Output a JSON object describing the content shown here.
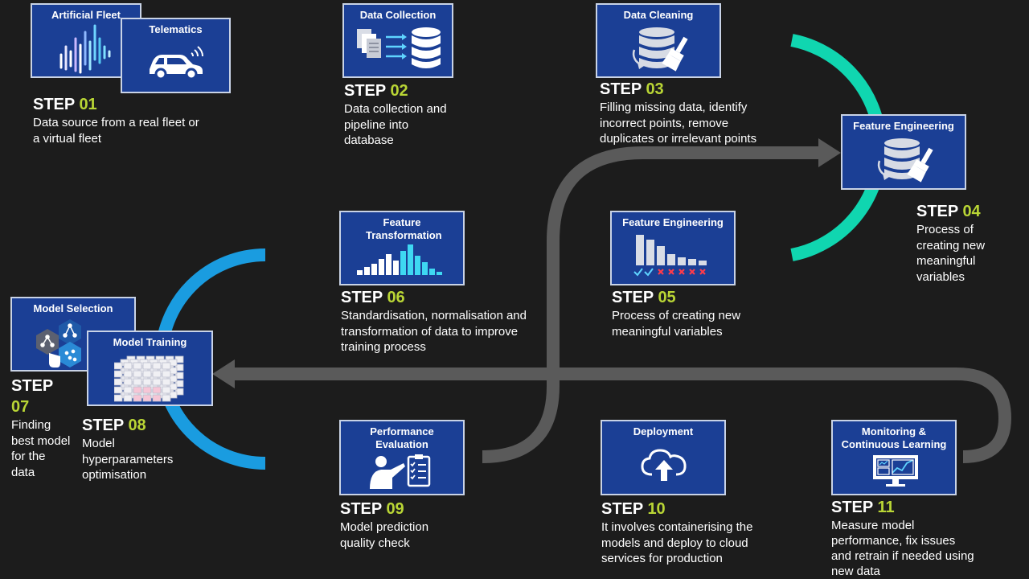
{
  "colors": {
    "background": "#1c1c1c",
    "card_fill": "#1b3f95",
    "card_border": "#c9d3e6",
    "step_number": "#b9d535",
    "gray_arrow": "#5a5a5a",
    "track_top": [
      "#b5cf2a",
      "#66cc22",
      "#16c97f",
      "#10d6b0"
    ],
    "track_middle": [
      "#10d6b0",
      "#20c8c8",
      "#18b4e0",
      "#1a9ce0"
    ],
    "track_bottom": [
      "#1f86d6",
      "#1866d2",
      "#1640cc",
      "#6a10d8"
    ]
  },
  "steps": [
    {
      "word": "STEP",
      "num": "01",
      "desc": [
        "Data source from a real fleet or",
        "a virtual fleet"
      ]
    },
    {
      "word": "STEP",
      "num": "02",
      "desc": [
        "Data collection and",
        "pipeline into",
        "database"
      ]
    },
    {
      "word": "STEP",
      "num": "03",
      "desc": [
        "Filling missing data, identify",
        "incorrect points, remove",
        "duplicates or irrelevant points"
      ]
    },
    {
      "word": "STEP",
      "num": "04",
      "desc": [
        "Process of",
        "creating new",
        "meaningful",
        "variables"
      ]
    },
    {
      "word": "STEP",
      "num": "05",
      "desc": [
        "Process of creating new",
        "meaningful variables"
      ]
    },
    {
      "word": "STEP",
      "num": "06",
      "desc": [
        "Standardisation, normalisation and",
        "transformation of data to improve",
        "training process"
      ]
    },
    {
      "word": "STEP",
      "num": "07",
      "desc": [
        "Finding",
        "best model",
        "for the",
        "data"
      ]
    },
    {
      "word": "STEP",
      "num": "08",
      "desc": [
        "Model",
        "hyperparameters",
        "optimisation"
      ]
    },
    {
      "word": "STEP",
      "num": "09",
      "desc": [
        "Model prediction",
        "quality check"
      ]
    },
    {
      "word": "STEP",
      "num": "10",
      "desc": [
        "It involves containerising the",
        "models and deploy to cloud",
        "services for production"
      ]
    },
    {
      "word": "STEP",
      "num": "11",
      "desc": [
        "Measure model",
        "performance, fix issues",
        "and retrain if needed using",
        "new data"
      ]
    }
  ],
  "cards": {
    "artificial_fleet": {
      "title": "Artificial Fleet",
      "icon": "bar-cluster-icon"
    },
    "telematics": {
      "title": "Telematics",
      "icon": "connected-car-icon"
    },
    "data_collection": {
      "title": "Data Collection",
      "icon": "documents-to-database-icon"
    },
    "data_cleaning": {
      "title": "Data Cleaning",
      "icon": "database-brush-icon"
    },
    "feature_engineering_right": {
      "title": "Feature Engineering",
      "icon": "database-brush-icon"
    },
    "feature_engineering_mid": {
      "title": "Feature Engineering",
      "icon": "feature-selection-chart-icon"
    },
    "feature_transformation": {
      "title": "Feature Transformation",
      "icon": "bar-chart-icon"
    },
    "model_selection": {
      "title": "Model Selection",
      "icon": "network-hexagons-icon"
    },
    "model_training": {
      "title": "Model Training",
      "icon": "cube-grid-icon"
    },
    "performance_evaluation": {
      "title": "Performance Evaluation",
      "icon": "presenter-checklist-icon"
    },
    "deployment": {
      "title": "Deployment",
      "icon": "cloud-upload-icon"
    },
    "monitoring": {
      "title": "Monitoring & Continuous Learning",
      "icon": "monitor-dashboard-icon"
    }
  }
}
